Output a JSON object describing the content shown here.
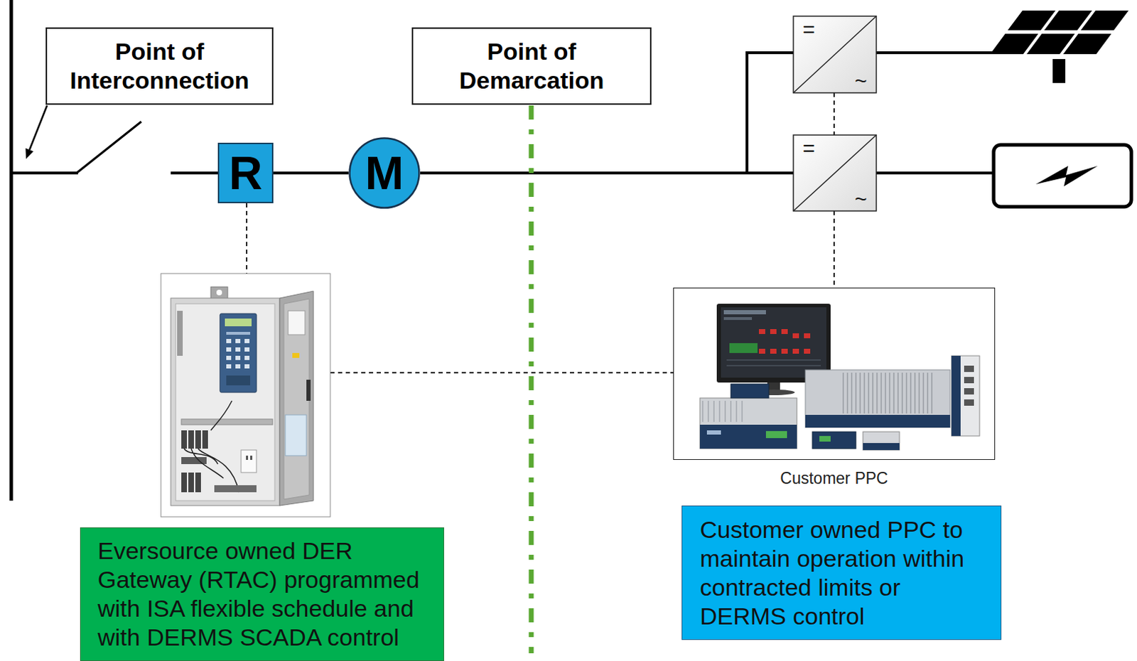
{
  "diagram": {
    "nodes": [
      {
        "text": [
          "Point of Interconnection"
        ]
      },
      {
        "text": [
          "Point of Demarcation"
        ]
      },
      {
        "text": [
          "R"
        ]
      },
      {
        "text": [
          "M"
        ]
      },
      {
        "text": [
          "Customer PPC"
        ]
      },
      {
        "text": [
          "Eversource owned DER Gateway (RTAC) programmed with ISA flexible schedule and with DERMS SCADA control"
        ]
      },
      {
        "text": [
          "Customer owned PPC to maintain operation within contracted limits or DERMS control"
        ]
      }
    ],
    "edges": [
      {
        "from": 2,
        "to": 3,
        "arrow": "none"
      }
    ],
    "labels": [
      "=",
      "~",
      "=",
      "~"
    ]
  }
}
